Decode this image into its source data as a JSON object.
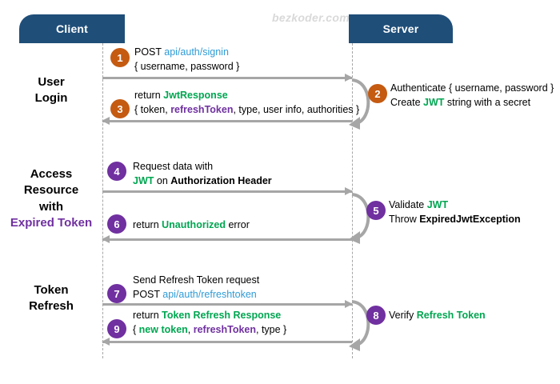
{
  "watermark": "bezkoder.com",
  "colors": {
    "actor_box": "#1f4e79",
    "badge_orange": "#c55a11",
    "badge_purple": "#7030a0",
    "arrow_gray": "#a6a6a6",
    "accent_green": "#00a651",
    "accent_purple": "#7030a0",
    "accent_blue": "#2e9bd6",
    "background": "#ffffff"
  },
  "actors": {
    "client": "Client",
    "server": "Server"
  },
  "phases": [
    {
      "id": "user-login",
      "line1": "User",
      "line2": "Login",
      "line3": "",
      "line4": ""
    },
    {
      "id": "access",
      "line1": "Access",
      "line2": "Resource",
      "line3": "with",
      "line4": "Expired Token"
    },
    {
      "id": "token-refresh",
      "line1": "Token",
      "line2": "Refresh",
      "line3": "",
      "line4": ""
    }
  ],
  "steps": [
    {
      "number": "1",
      "color": "orange",
      "direction": "client-to-server",
      "line1_a": "POST ",
      "line1_b": "api/auth/signin",
      "line1_c": "",
      "line2_a": "{ username, password }",
      "line2_b": "",
      "line2_c": "",
      "line2_d": "",
      "line2_e": ""
    },
    {
      "number": "2",
      "color": "orange",
      "direction": "server-self",
      "line1_a": "Authenticate { username, password }",
      "line1_b": "",
      "line1_c": "",
      "line2_a": "Create ",
      "line2_b": "JWT",
      "line2_c": " string with a secret",
      "line2_d": "",
      "line2_e": ""
    },
    {
      "number": "3",
      "color": "orange",
      "direction": "server-to-client",
      "line1_a": "return ",
      "line1_b": "JwtResponse",
      "line1_c": "",
      "line2_a": "{ token, ",
      "line2_b": "refreshToken",
      "line2_c": ", type, user info, authorities }",
      "line2_d": "",
      "line2_e": ""
    },
    {
      "number": "4",
      "color": "purple",
      "direction": "client-to-server",
      "line1_a": "Request data with",
      "line1_b": "",
      "line1_c": "",
      "line2_a": "",
      "line2_b": "JWT",
      "line2_c": " on ",
      "line2_d": "Authorization Header",
      "line2_e": ""
    },
    {
      "number": "5",
      "color": "purple",
      "direction": "server-self",
      "line1_a": "Validate ",
      "line1_b": "JWT",
      "line1_c": "",
      "line2_a": "Throw ",
      "line2_b": "",
      "line2_c": "",
      "line2_d": "ExpiredJwtException",
      "line2_e": ""
    },
    {
      "number": "6",
      "color": "purple",
      "direction": "server-to-client",
      "line1_a": "return ",
      "line1_b": "Unauthorized",
      "line1_c": " error",
      "line2_a": "",
      "line2_b": "",
      "line2_c": "",
      "line2_d": "",
      "line2_e": ""
    },
    {
      "number": "7",
      "color": "purple",
      "direction": "client-to-server",
      "line1_a": "Send Refresh Token request",
      "line1_b": "",
      "line1_c": "",
      "line2_a": "POST ",
      "line2_b": "",
      "line2_c": "",
      "line2_d": "",
      "line2_e": "api/auth/refreshtoken"
    },
    {
      "number": "8",
      "color": "purple",
      "direction": "server-self",
      "line1_a": "Verify ",
      "line1_b": "Refresh Token",
      "line1_c": "",
      "line2_a": "",
      "line2_b": "",
      "line2_c": "",
      "line2_d": "",
      "line2_e": ""
    },
    {
      "number": "9",
      "color": "purple",
      "direction": "server-to-client",
      "line1_a": "return ",
      "line1_b": "Token Refresh Response",
      "line1_c": "",
      "line2_a": "{ ",
      "line2_b": "",
      "line2_c": ", type }",
      "line2_d": "new token",
      "line2_e": "refreshToken"
    }
  ]
}
